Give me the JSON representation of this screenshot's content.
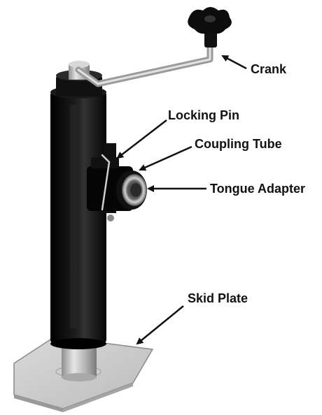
{
  "diagram": {
    "labels": {
      "crank": "Crank",
      "locking_pin": "Locking Pin",
      "coupling_tube": "Coupling Tube",
      "tongue_adapter": "Tongue Adapter",
      "skid_plate": "Skid Plate"
    }
  },
  "colors": {
    "background": "#ffffff",
    "label_text": "#111111",
    "arrow": "#111111",
    "jack_body": "#0a0a0a",
    "steel": "#b9b9b9"
  }
}
